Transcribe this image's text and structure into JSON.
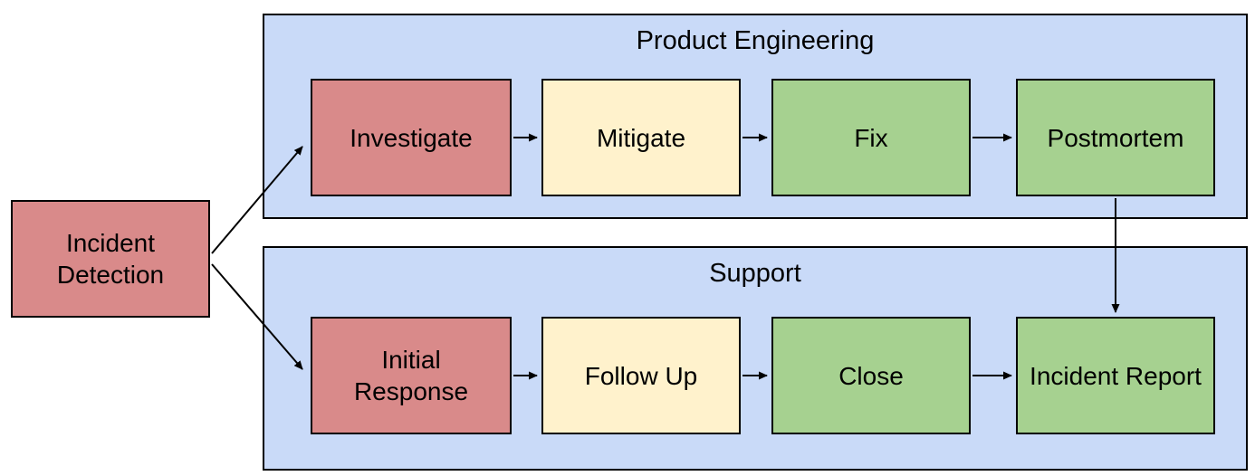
{
  "colors": {
    "node_red": "#d98a8a",
    "node_yellow": "#fff2cc",
    "node_green": "#a6d190",
    "lane_blue": "#c9daf8",
    "border": "#000000"
  },
  "nodes": {
    "incident_detection": "Incident Detection"
  },
  "lanes": [
    {
      "title": "Product Engineering",
      "steps": [
        {
          "label": "Investigate",
          "color": "red"
        },
        {
          "label": "Mitigate",
          "color": "yellow"
        },
        {
          "label": "Fix",
          "color": "green"
        },
        {
          "label": "Postmortem",
          "color": "green"
        }
      ]
    },
    {
      "title": "Support",
      "steps": [
        {
          "label": "Initial Response",
          "color": "red"
        },
        {
          "label": "Follow Up",
          "color": "yellow"
        },
        {
          "label": "Close",
          "color": "green"
        },
        {
          "label": "Incident Report",
          "color": "green"
        }
      ]
    }
  ],
  "edges": [
    {
      "from": "Incident Detection",
      "to": "Investigate"
    },
    {
      "from": "Incident Detection",
      "to": "Initial Response"
    },
    {
      "from": "Investigate",
      "to": "Mitigate"
    },
    {
      "from": "Mitigate",
      "to": "Fix"
    },
    {
      "from": "Fix",
      "to": "Postmortem"
    },
    {
      "from": "Postmortem",
      "to": "Incident Report"
    },
    {
      "from": "Initial Response",
      "to": "Follow Up"
    },
    {
      "from": "Follow Up",
      "to": "Close"
    },
    {
      "from": "Close",
      "to": "Incident Report"
    }
  ]
}
